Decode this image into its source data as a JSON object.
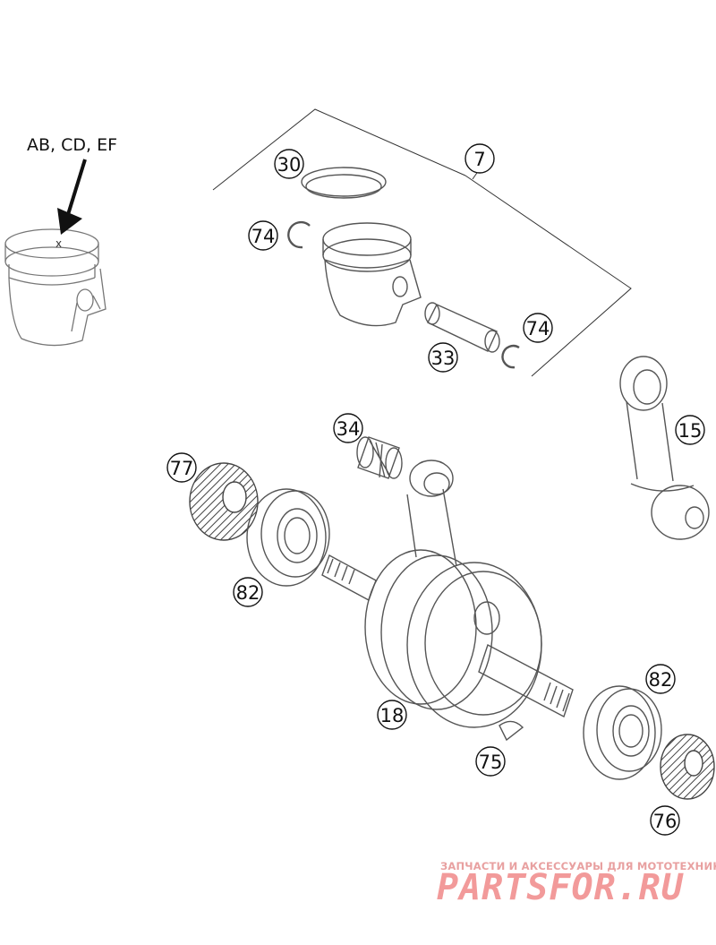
{
  "piston_variants": "AB, CD, EF",
  "piston_mark": "x",
  "callouts": [
    {
      "id": "c7",
      "label": "7"
    },
    {
      "id": "c30",
      "label": "30"
    },
    {
      "id": "c74a",
      "label": "74"
    },
    {
      "id": "c74b",
      "label": "74"
    },
    {
      "id": "c33",
      "label": "33"
    },
    {
      "id": "c34",
      "label": "34"
    },
    {
      "id": "c15",
      "label": "15"
    },
    {
      "id": "c77",
      "label": "77"
    },
    {
      "id": "c82a",
      "label": "82"
    },
    {
      "id": "c82b",
      "label": "82"
    },
    {
      "id": "c18",
      "label": "18"
    },
    {
      "id": "c75",
      "label": "75"
    },
    {
      "id": "c76",
      "label": "76"
    }
  ],
  "watermark": {
    "tagline": "ЗАПЧАСТИ И АКСЕССУАРЫ ДЛЯ МОТОТЕХНИКИ",
    "logo": "PARTSFOR.RU",
    "color": "#f29a9a"
  }
}
